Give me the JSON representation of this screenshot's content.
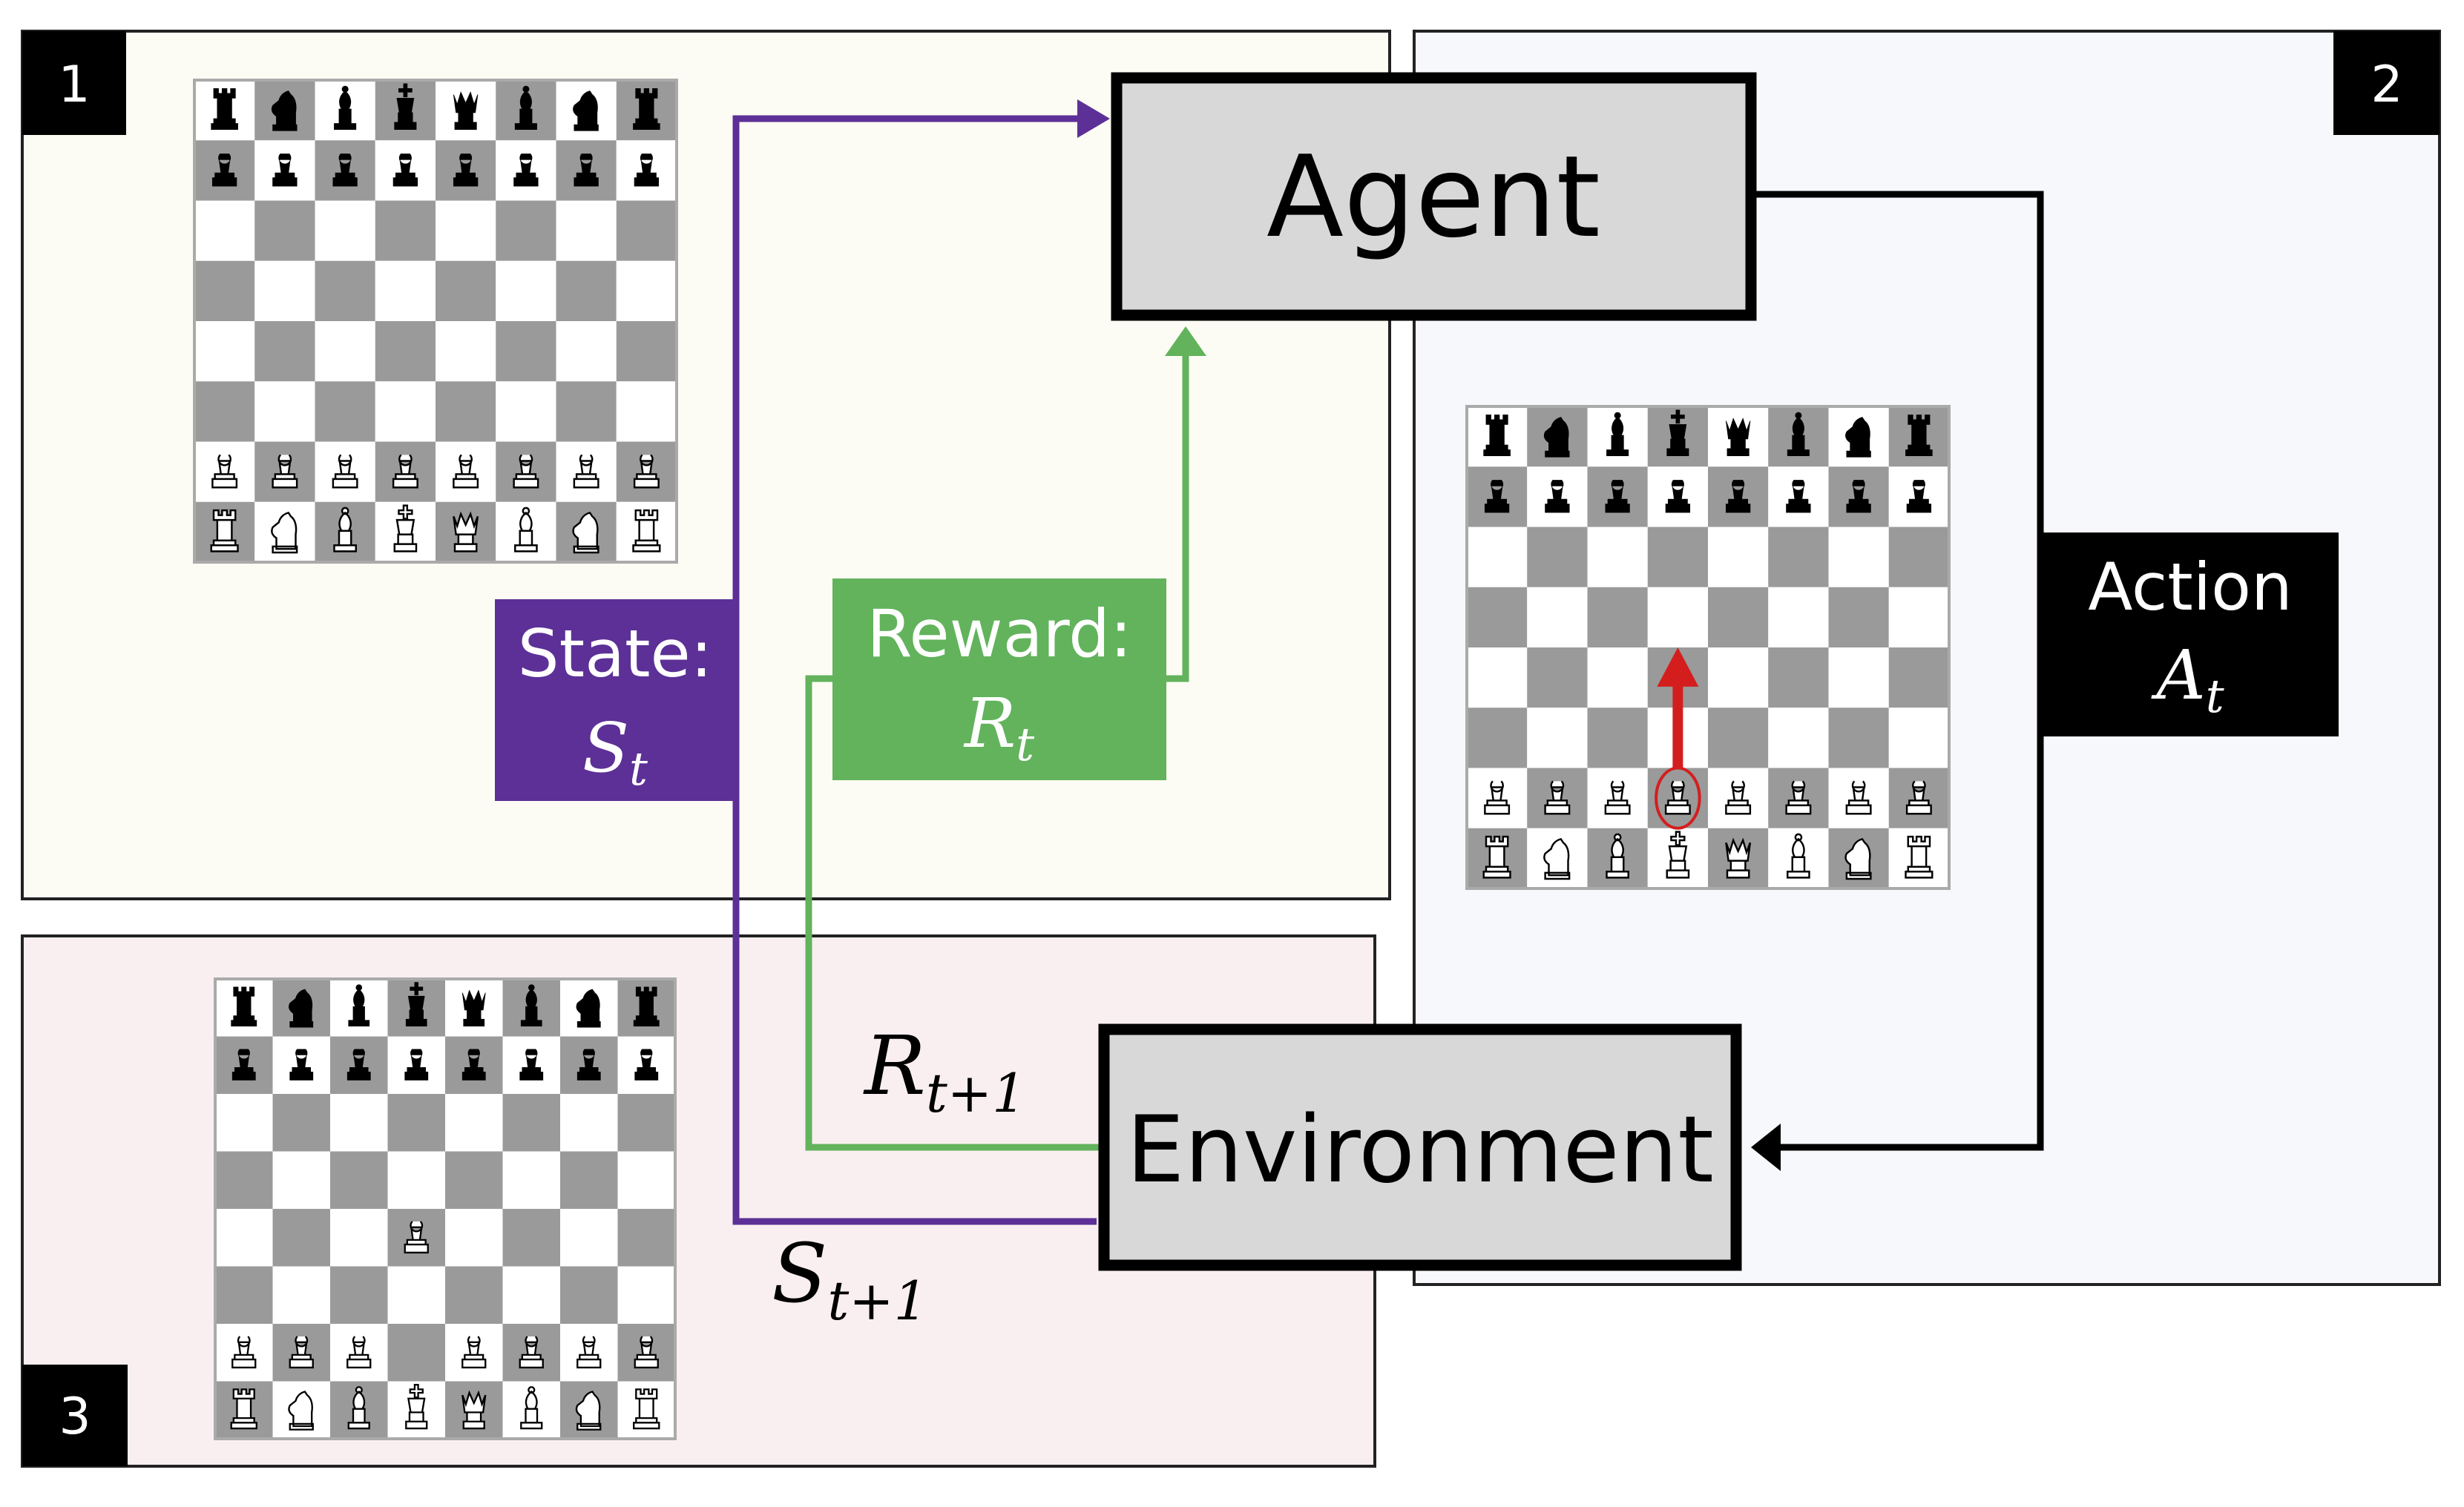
{
  "panels": [
    {
      "number": "1",
      "fill": "#fdfcf4"
    },
    {
      "number": "2",
      "fill": "#f7f8fc"
    },
    {
      "number": "3",
      "fill": "#faeff0"
    }
  ],
  "agent": {
    "label": "Agent"
  },
  "environment": {
    "label": "Environment"
  },
  "state": {
    "label": "State:",
    "symbol": "S",
    "subscript": "t",
    "color": "#5c3097"
  },
  "reward": {
    "label": "Reward:",
    "symbol": "R",
    "subscript": "t",
    "color": "#62b35c"
  },
  "action": {
    "label": "Action",
    "symbol": "A",
    "subscript": "t",
    "color": "#000000"
  },
  "next_reward": {
    "symbol": "R",
    "subscript": "t+1"
  },
  "next_state": {
    "symbol": "S",
    "subscript": "t+1"
  },
  "board": {
    "light_square": "#ffffff",
    "dark_square": "#9a9a9a",
    "back_rank": [
      "rook",
      "knight",
      "bishop",
      "king",
      "queen",
      "bishop",
      "knight",
      "rook"
    ],
    "pawn": "pawn",
    "move_highlight": "#d41e1e"
  }
}
